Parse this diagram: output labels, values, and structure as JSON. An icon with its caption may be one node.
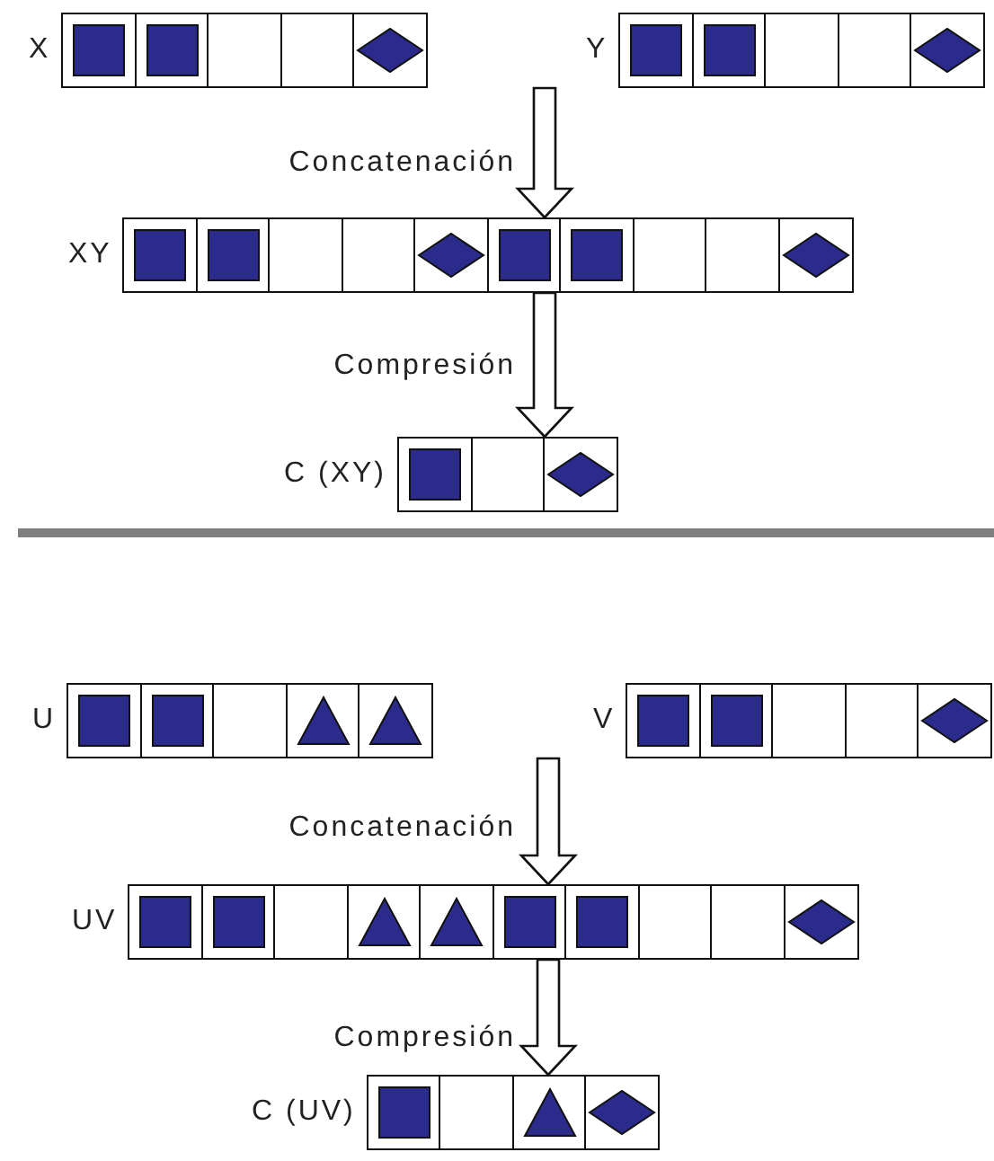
{
  "diagram": {
    "nodes": [
      {
        "text": [
          "X"
        ]
      },
      {
        "text": [],
        "shape": "square",
        "in": 0
      },
      {
        "text": [],
        "shape": "square",
        "in": 0
      },
      {
        "text": [],
        "shape": "box",
        "in": 0
      },
      {
        "text": [],
        "shape": "box",
        "in": 0
      },
      {
        "text": [],
        "shape": "diamond",
        "in": 0
      },
      {
        "text": [
          "Y"
        ]
      },
      {
        "text": [],
        "shape": "square",
        "in": 6
      },
      {
        "text": [],
        "shape": "square",
        "in": 6
      },
      {
        "text": [],
        "shape": "box",
        "in": 6
      },
      {
        "text": [],
        "shape": "box",
        "in": 6
      },
      {
        "text": [],
        "shape": "diamond",
        "in": 6
      },
      {
        "text": [
          "XY"
        ]
      },
      {
        "text": [],
        "shape": "square",
        "in": 12
      },
      {
        "text": [],
        "shape": "square",
        "in": 12
      },
      {
        "text": [],
        "shape": "box",
        "in": 12
      },
      {
        "text": [],
        "shape": "box",
        "in": 12
      },
      {
        "text": [],
        "shape": "diamond",
        "in": 12
      },
      {
        "text": [],
        "shape": "square",
        "in": 12
      },
      {
        "text": [],
        "shape": "square",
        "in": 12
      },
      {
        "text": [],
        "shape": "box",
        "in": 12
      },
      {
        "text": [],
        "shape": "box",
        "in": 12
      },
      {
        "text": [],
        "shape": "diamond",
        "in": 12
      },
      {
        "text": [
          "C (XY)"
        ]
      },
      {
        "text": [],
        "shape": "square",
        "in": 23
      },
      {
        "text": [],
        "shape": "box",
        "in": 23
      },
      {
        "text": [],
        "shape": "diamond",
        "in": 23
      },
      {
        "text": [
          "U"
        ]
      },
      {
        "text": [],
        "shape": "square",
        "in": 27
      },
      {
        "text": [],
        "shape": "square",
        "in": 27
      },
      {
        "text": [],
        "shape": "box",
        "in": 27
      },
      {
        "text": [],
        "shape": "triangle",
        "in": 27
      },
      {
        "text": [],
        "shape": "triangle",
        "in": 27
      },
      {
        "text": [
          "V"
        ]
      },
      {
        "text": [],
        "shape": "square",
        "in": 33
      },
      {
        "text": [],
        "shape": "square",
        "in": 33
      },
      {
        "text": [],
        "shape": "box",
        "in": 33
      },
      {
        "text": [],
        "shape": "box",
        "in": 33
      },
      {
        "text": [],
        "shape": "diamond",
        "in": 33
      },
      {
        "text": [
          "UV"
        ]
      },
      {
        "text": [],
        "shape": "square",
        "in": 39
      },
      {
        "text": [],
        "shape": "square",
        "in": 39
      },
      {
        "text": [],
        "shape": "box",
        "in": 39
      },
      {
        "text": [],
        "shape": "triangle",
        "in": 39
      },
      {
        "text": [],
        "shape": "triangle",
        "in": 39
      },
      {
        "text": [],
        "shape": "square",
        "in": 39
      },
      {
        "text": [],
        "shape": "square",
        "in": 39
      },
      {
        "text": [],
        "shape": "box",
        "in": 39
      },
      {
        "text": [],
        "shape": "box",
        "in": 39
      },
      {
        "text": [],
        "shape": "diamond",
        "in": 39
      },
      {
        "text": [
          "C (UV)"
        ]
      },
      {
        "text": [],
        "shape": "square",
        "in": 50
      },
      {
        "text": [],
        "shape": "box",
        "in": 50
      },
      {
        "text": [],
        "shape": "triangle",
        "in": 50
      },
      {
        "text": [],
        "shape": "diamond",
        "in": 50
      }
    ],
    "edges": [
      {
        "from": 0,
        "to": 12,
        "arrow": "to",
        "label": "Concatenación"
      },
      {
        "from": 6,
        "to": 12,
        "arrow": "to"
      },
      {
        "from": 12,
        "to": 23,
        "arrow": "to",
        "label": "Compresión"
      },
      {
        "from": 27,
        "to": 39,
        "arrow": "to",
        "label": "Concatenación"
      },
      {
        "from": 33,
        "to": 39,
        "arrow": "to"
      },
      {
        "from": 39,
        "to": 50,
        "arrow": "to",
        "label": "Compresión"
      }
    ]
  }
}
